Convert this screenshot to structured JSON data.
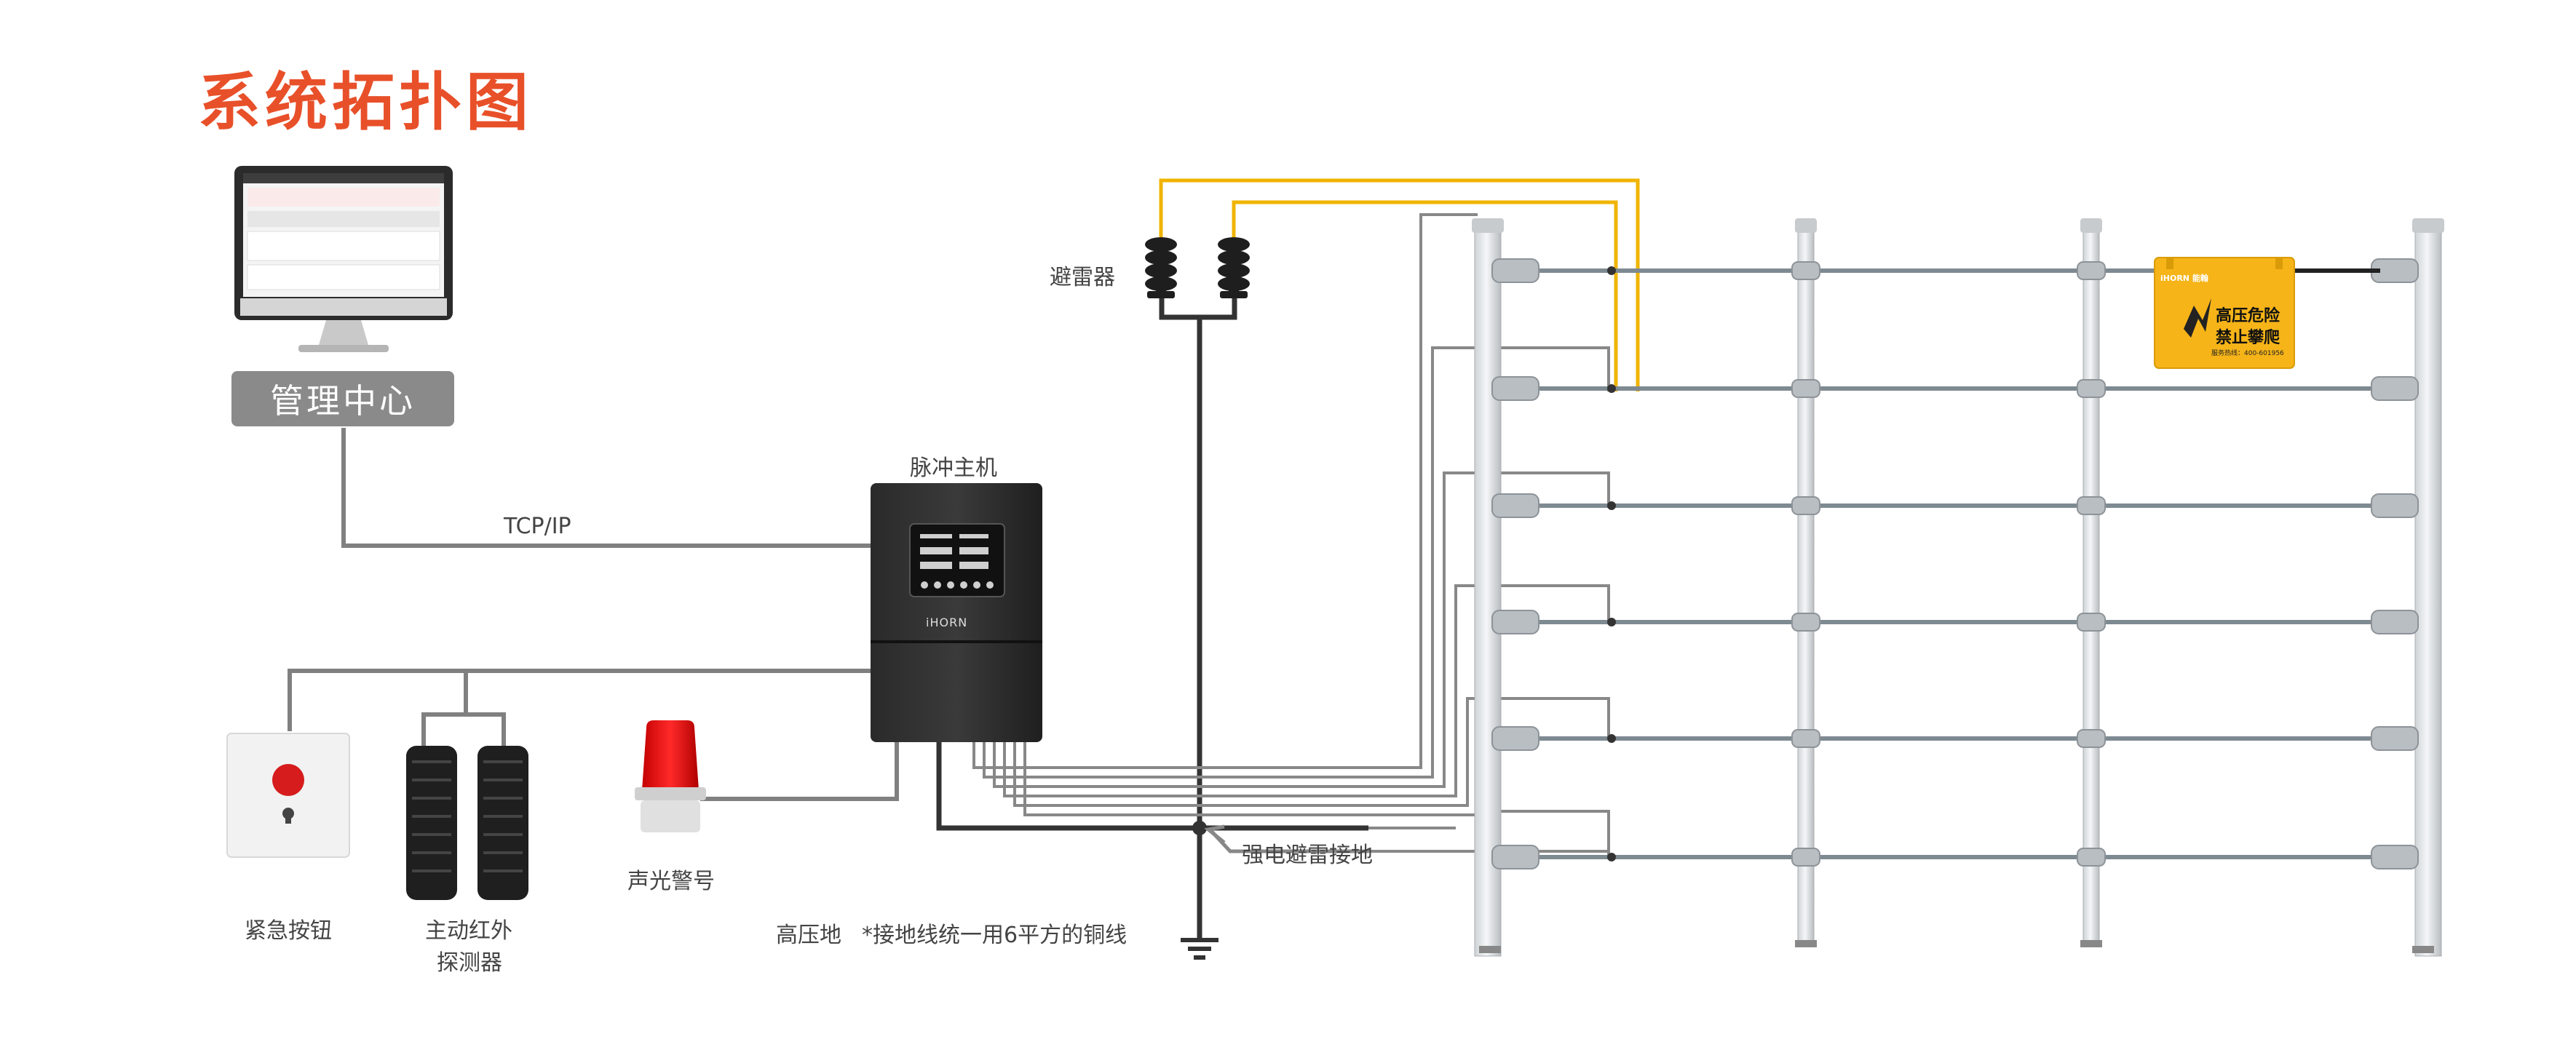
{
  "title": "系统拓扑图",
  "labels": {
    "management_center": "管理中心",
    "tcp_ip": "TCP/IP",
    "pulse_host": "脉冲主机",
    "lightning_arrester": "避雷器",
    "strong_current_ground": "强电避雷接地",
    "high_voltage_ground": "高压地",
    "ground_note": "*接地线统一用6平方的铜线",
    "emergency_button": "紧急按钮",
    "infrared_detector_line1": "主动红外",
    "infrared_detector_line2": "探测器",
    "sound_light_alarm": "声光警号"
  },
  "device": {
    "brand": "iHORN"
  },
  "warning_sign": {
    "brand": "iHORN 能翰",
    "line1": "高压危险",
    "line2": "禁止攀爬",
    "hotline": "服务热线：400-601956"
  },
  "colors": {
    "title": "#e8502a",
    "cable_gray": "#808080",
    "hv_wire": "#f0b400",
    "ground_wire": "#333333",
    "sign_yellow": "#f6b418"
  }
}
